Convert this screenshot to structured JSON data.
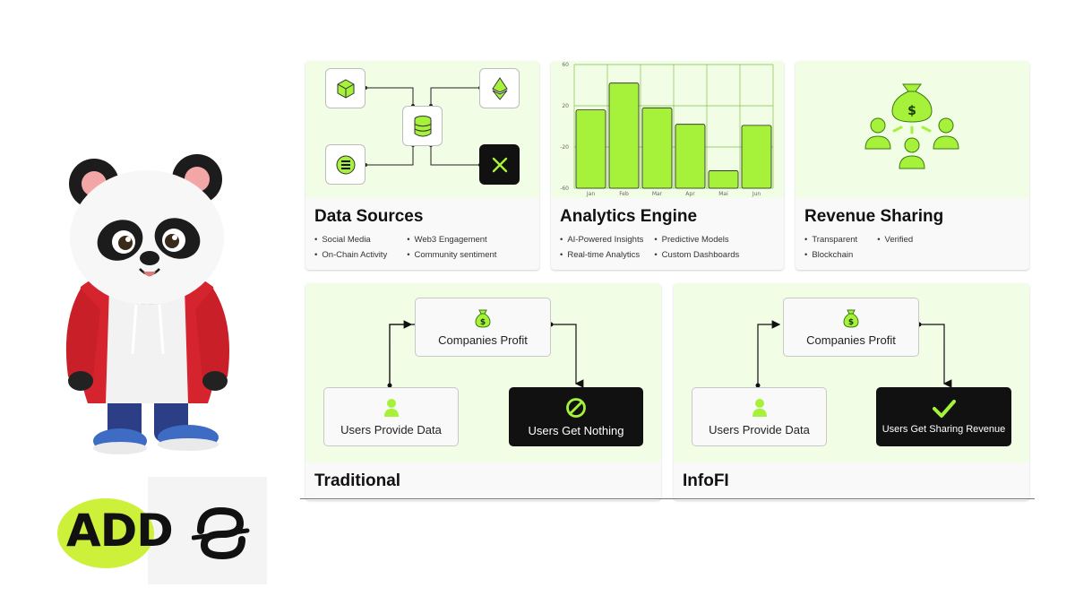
{
  "cards": {
    "data_sources": {
      "title": "Data Sources",
      "bullets": [
        "Social Media",
        "Web3 Engagement",
        "On-Chain Activity",
        "Community sentiment"
      ],
      "nodes": [
        "cube-icon",
        "ethereum-icon",
        "database-icon",
        "solana-icon",
        "x-logo-icon"
      ]
    },
    "analytics_engine": {
      "title": "Analytics Engine",
      "bullets": [
        "AI-Powered Insights",
        "Predictive Models",
        "Real-time Analytics",
        "Custom Dashboards"
      ]
    },
    "revenue_sharing": {
      "title": "Revenue Sharing",
      "bullets": [
        "Transparent",
        "Verified",
        "Blockchain"
      ],
      "icon": "money-bag-distribution-icon"
    }
  },
  "chart_data": {
    "type": "bar",
    "categories": [
      "Jan",
      "Feb",
      "Mar",
      "Apr",
      "Mai",
      "Jun"
    ],
    "values": [
      16,
      42,
      18,
      2,
      -43,
      1
    ],
    "yticks": [
      "60",
      "20",
      "-20",
      "-60"
    ],
    "ylim": [
      -60,
      60
    ],
    "grid": true,
    "bar_color": "#a6f23a"
  },
  "flows": {
    "traditional": {
      "title": "Traditional",
      "top": "Companies Profit",
      "left": "Users Provide Data",
      "right": "Users Get Nothing",
      "right_icon": "prohibited-icon"
    },
    "infofi": {
      "title": "InfoFI",
      "top": "Companies Profit",
      "left": "Users Provide Data",
      "right": "Users Get Sharing Revenue",
      "right_icon": "checkmark-icon"
    }
  },
  "logo": {
    "text": "ADD",
    "accent": "#cdf03a"
  },
  "colors": {
    "accent": "#a6f23a",
    "card_tint": "#f2fde6",
    "dark": "#111111"
  }
}
